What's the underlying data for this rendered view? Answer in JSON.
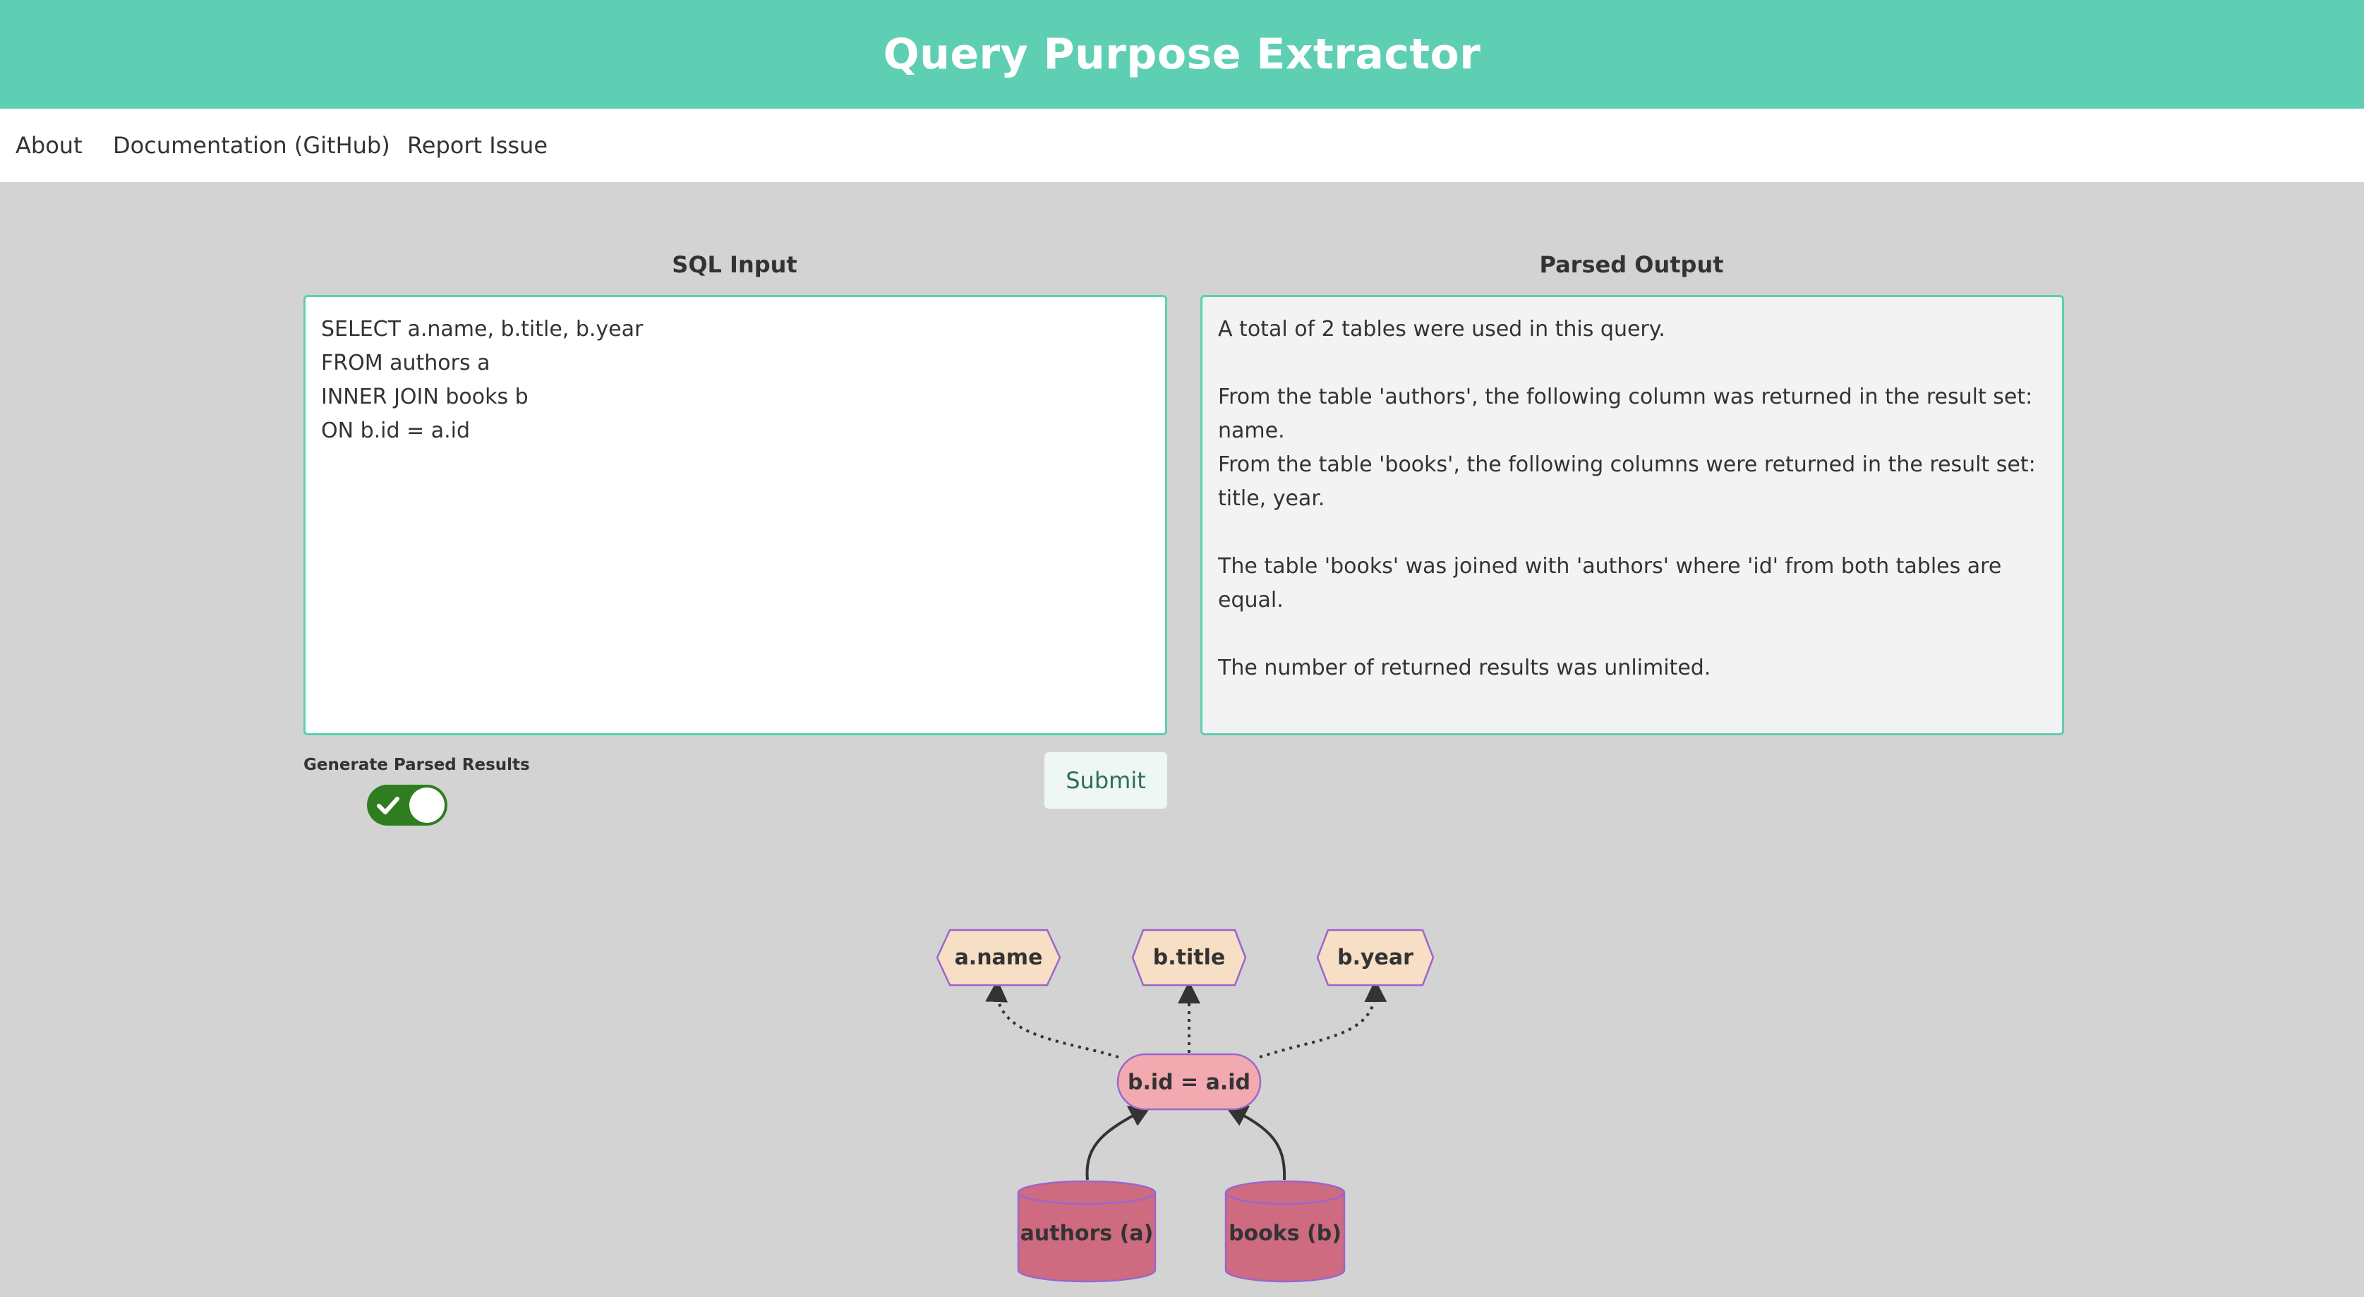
{
  "header": {
    "title": "Query Purpose Extractor"
  },
  "nav": {
    "about": "About",
    "documentation": "Documentation (GitHub)",
    "report_issue": "Report Issue"
  },
  "sql_panel": {
    "title": "SQL Input",
    "value": "SELECT a.name, b.title, b.year\nFROM authors a\nINNER JOIN books b\nON b.id = a.id"
  },
  "output_panel": {
    "title": "Parsed Output",
    "lines": [
      "A total of 2 tables were used in this query.",
      "",
      "From the table 'authors', the following column was returned in the result set: name.",
      "From the table 'books', the following columns were returned in the result set: title, year.",
      "",
      "The table 'books' was joined with 'authors' where 'id' from both tables are equal.",
      "",
      "The number of returned results was unlimited."
    ]
  },
  "controls": {
    "toggle_label": "Generate Parsed Results",
    "toggle_on": true,
    "submit_label": "Submit"
  },
  "diagram": {
    "columns": [
      "a.name",
      "b.title",
      "b.year"
    ],
    "join": "b.id = a.id",
    "tables": [
      "authors (a)",
      "books (b)"
    ]
  },
  "colors": {
    "header_bg": "#5ecfb3",
    "page_bg": "#d3d3d3",
    "column_node": "#f6dfc4",
    "join_node": "#f2a9b0",
    "table_node": "#cf6b80",
    "node_border": "#9966cc",
    "toggle_on": "#2e7d1f"
  }
}
